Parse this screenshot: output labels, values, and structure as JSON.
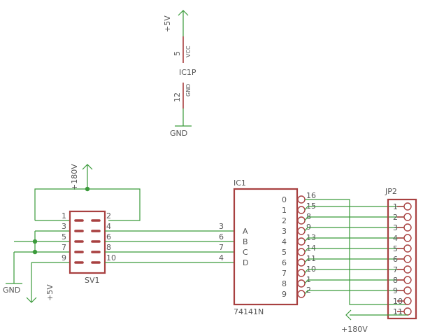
{
  "colors": {
    "wire": "#3a9a3a",
    "part": "#a84040",
    "text": "#555555",
    "background": "#ffffff"
  },
  "power_section": {
    "supply_label": "+5V",
    "vcc_pin_number": "5",
    "vcc_pin_name": "VCC",
    "part_label": "IC1P",
    "gnd_pin_number": "12",
    "gnd_pin_name": "GND",
    "gnd_label": "GND"
  },
  "sv1": {
    "name": "SV1",
    "supply_label": "+180V",
    "left_pins": [
      "1",
      "3",
      "5",
      "7",
      "9"
    ],
    "right_pins": [
      "2",
      "4",
      "6",
      "8",
      "10"
    ],
    "gnd_label": "GND",
    "plus5_label": "+5V"
  },
  "ic1": {
    "name": "IC1",
    "value": "74141N",
    "input_pin_numbers": [
      "3",
      "6",
      "7",
      "4"
    ],
    "input_pin_names": [
      "A",
      "B",
      "C",
      "D"
    ],
    "output_pin_names": [
      "0",
      "1",
      "2",
      "3",
      "4",
      "5",
      "6",
      "7",
      "8",
      "9"
    ],
    "output_pin_numbers": [
      "16",
      "15",
      "8",
      "9",
      "13",
      "14",
      "11",
      "10",
      "1",
      "2"
    ]
  },
  "jp2": {
    "name": "JP2",
    "pins": [
      "1",
      "2",
      "3",
      "4",
      "5",
      "6",
      "7",
      "8",
      "9",
      "10",
      "11"
    ],
    "supply_label": "+180V"
  }
}
